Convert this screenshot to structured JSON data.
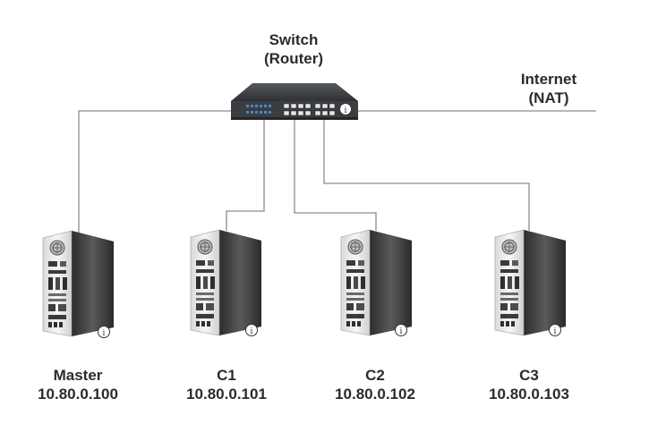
{
  "switch": {
    "title": "Switch",
    "subtitle": "(Router)"
  },
  "internet": {
    "title": "Internet",
    "subtitle": "(NAT)"
  },
  "nodes": [
    {
      "name": "Master",
      "ip": "10.80.0.100"
    },
    {
      "name": "C1",
      "ip": "10.80.0.101"
    },
    {
      "name": "C2",
      "ip": "10.80.0.102"
    },
    {
      "name": "C3",
      "ip": "10.80.0.103"
    }
  ],
  "info_glyph": "i",
  "colors": {
    "link": "#8c8c8c",
    "switch_body": "#2f3134",
    "switch_front": "#44484c",
    "port_led": "#4a86c8",
    "tower_side": "#3b3b3d",
    "tower_front": "#ececec",
    "text": "#2b2b2b"
  }
}
